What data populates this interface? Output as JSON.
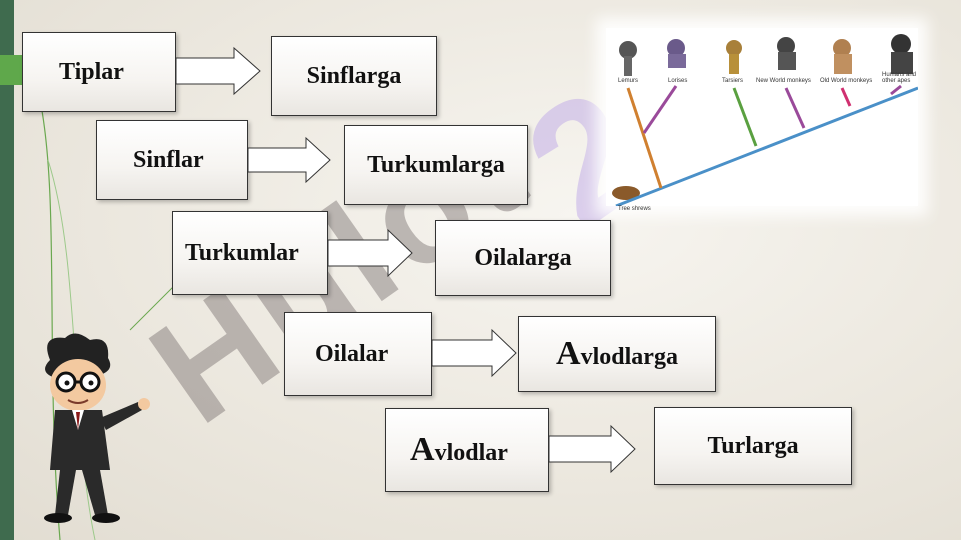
{
  "watermark": "Hulot",
  "watermark2": "2",
  "rows": [
    {
      "source": "Tiplar",
      "target": "Sinflarga"
    },
    {
      "source": "Sinflar",
      "target": "Turkumlarga"
    },
    {
      "source": "Turkumlar",
      "target": "Oilalarga"
    },
    {
      "source": "Oilalar",
      "target": "Avlodlarga"
    },
    {
      "source": "Avlodlar",
      "target": "Turlarga"
    }
  ],
  "target_cap": {
    "cap": "A",
    "rest": "vlodlarga"
  },
  "source_cap": {
    "cap": "A",
    "rest": "vlodlar"
  },
  "photo_labels": [
    "Lemurs",
    "Lorises",
    "Tarsiers",
    "New World monkeys",
    "Old World monkeys",
    "Humans and other apes",
    "Tree shrews"
  ],
  "colors": {
    "accent_dark": "#3f6b4e",
    "accent_green": "#5fa84b",
    "branch_blue": "#4a90c8",
    "branch_purple": "#9a4a9a"
  }
}
